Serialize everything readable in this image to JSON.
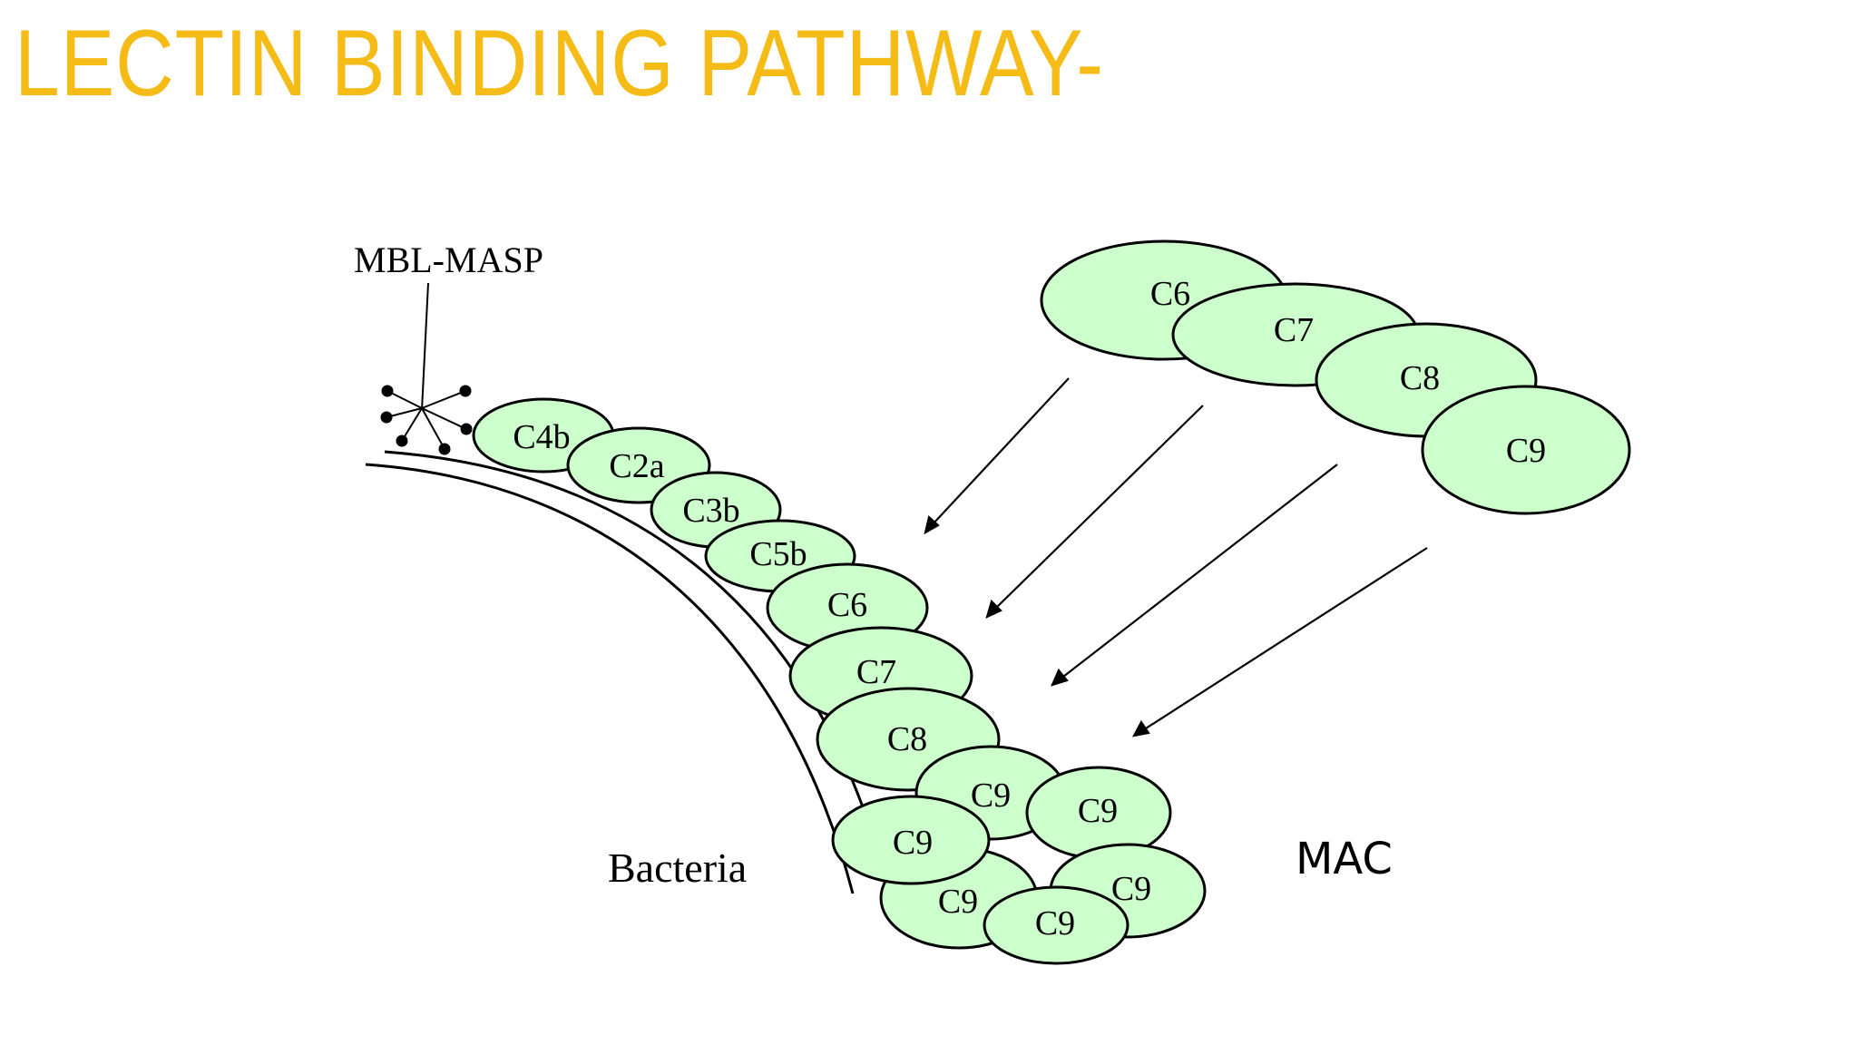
{
  "title": "LECTIN BINDING PATHWAY-",
  "colors": {
    "title": "#F5BB16",
    "protein_fill": "#CCFFCC",
    "stroke": "#000000",
    "background": "#FFFFFF"
  },
  "labels": {
    "mbl_masp": "MBL-MASP",
    "bacteria": "Bacteria",
    "mac": "MAC"
  },
  "bound_chain": [
    {
      "id": "c4b",
      "label": "C4b"
    },
    {
      "id": "c2a",
      "label": "C2a"
    },
    {
      "id": "c3b",
      "label": "C3b"
    },
    {
      "id": "c5b",
      "label": "C5b"
    },
    {
      "id": "c6",
      "label": "C6"
    },
    {
      "id": "c7",
      "label": "C7"
    },
    {
      "id": "c8",
      "label": "C8"
    }
  ],
  "mac_pore": [
    {
      "id": "c9-a",
      "label": "C9"
    },
    {
      "id": "c9-b",
      "label": "C9"
    },
    {
      "id": "c9-c",
      "label": "C9"
    },
    {
      "id": "c9-d",
      "label": "C9"
    },
    {
      "id": "c9-e",
      "label": "C9"
    },
    {
      "id": "c9-f",
      "label": "C9"
    }
  ],
  "free_components": [
    {
      "id": "c6",
      "label": "C6"
    },
    {
      "id": "c7",
      "label": "C7"
    },
    {
      "id": "c8",
      "label": "C8"
    },
    {
      "id": "c9",
      "label": "C9"
    }
  ]
}
